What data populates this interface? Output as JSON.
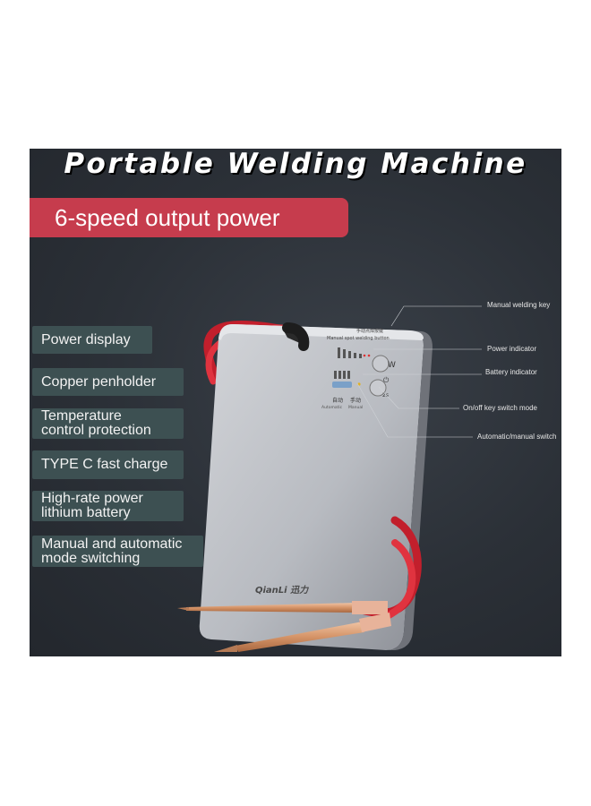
{
  "title": "Portable Welding Machine",
  "subtitle": "6-speed output power",
  "features": [
    {
      "line1": "Power display",
      "line2": ""
    },
    {
      "line1": "Copper penholder",
      "line2": ""
    },
    {
      "line1": "Temperature",
      "line2": "control protection"
    },
    {
      "line1": "TYPE C fast charge",
      "line2": ""
    },
    {
      "line1": "High-rate power",
      "line2": "lithium battery"
    },
    {
      "line1": "Manual and automatic",
      "line2": "mode switching"
    }
  ],
  "callouts": [
    "Manual welding key",
    "Power indicator",
    "Battery indicator",
    "On/off key switch mode",
    "Automatic/manual switch"
  ],
  "device": {
    "brand": "QianLi 迅力",
    "button_w": "W",
    "button_power": "⏻",
    "power_hold": "2s",
    "top_label_cn": "手动点焊按键",
    "top_label_en": "Manual spot welding button",
    "mode_auto_cn": "自动",
    "mode_manual_cn": "手动",
    "mode_auto_en": "Automatic",
    "mode_manual_en": "Manual"
  },
  "colors": {
    "background": "#2b3037",
    "badge": "#c63c4d",
    "feature_box": "#3d5052",
    "cable": "#d42a36",
    "device_body": "#b9bcc2",
    "pen_copper": "#d99a73"
  }
}
